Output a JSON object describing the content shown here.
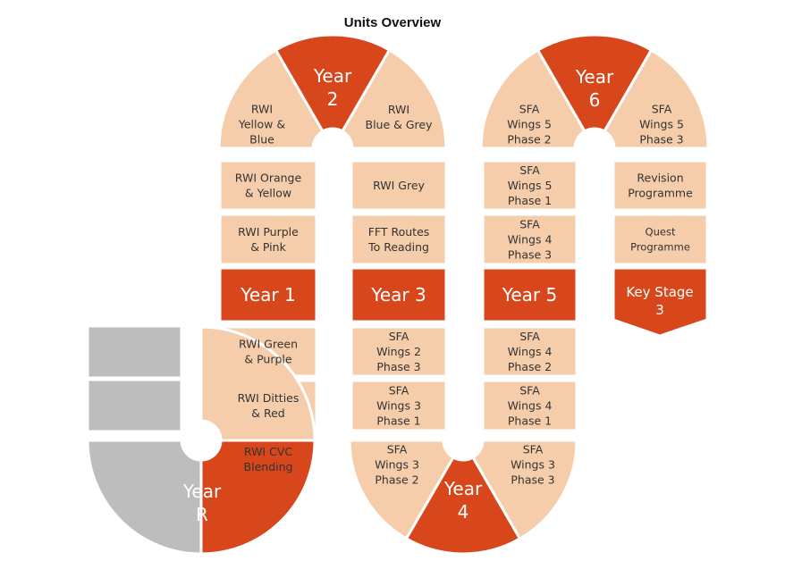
{
  "title": "Units Overview",
  "colors": {
    "peach": "#F6CDAB",
    "accent": "#D8461B",
    "grey": "#BDBDBD"
  },
  "cells": {
    "yearR": [
      "Year",
      "R"
    ],
    "rwiCvc": [
      "RWI CVC",
      "Blending"
    ],
    "rwiDitties": [
      "RWI Ditties",
      "& Red"
    ],
    "rwiGreen": [
      "RWI Green",
      "& Purple"
    ],
    "year1": [
      "Year 1"
    ],
    "rwiPurple": [
      "RWI Purple",
      "& Pink"
    ],
    "rwiOrange": [
      "RWI Orange",
      "& Yellow"
    ],
    "rwiYellow": [
      "RWI",
      "Yellow &",
      "Blue"
    ],
    "year2": [
      "Year",
      "2"
    ],
    "rwiBlue": [
      "RWI",
      "Blue & Grey"
    ],
    "rwiGrey": [
      "RWI Grey"
    ],
    "fft": [
      "FFT Routes",
      "To Reading"
    ],
    "year3": [
      "Year 3"
    ],
    "sfaW2P3": [
      "SFA",
      "Wings 2",
      "Phase 3"
    ],
    "sfaW3P1": [
      "SFA",
      "Wings 3",
      "Phase 1"
    ],
    "sfaW3P2": [
      "SFA",
      "Wings 3",
      "Phase 2"
    ],
    "year4": [
      "Year",
      "4"
    ],
    "sfaW3P3": [
      "SFA",
      "Wings 3",
      "Phase 3"
    ],
    "sfaW4P1": [
      "SFA",
      "Wings 4",
      "Phase 1"
    ],
    "sfaW4P2": [
      "SFA",
      "Wings 4",
      "Phase 2"
    ],
    "year5": [
      "Year 5"
    ],
    "sfaW4P3": [
      "SFA",
      "Wings 4",
      "Phase 3"
    ],
    "sfaW5P1": [
      "SFA",
      "Wings 5",
      "Phase 1"
    ],
    "sfaW5P2": [
      "SFA",
      "Wings 5",
      "Phase 2"
    ],
    "year6": [
      "Year",
      "6"
    ],
    "sfaW5P3": [
      "SFA",
      "Wings 5",
      "Phase 3"
    ],
    "revision": [
      "Revision",
      "Programme"
    ],
    "quest": [
      "Quest",
      "Programme"
    ],
    "ks3": [
      "Key Stage",
      "3"
    ]
  }
}
